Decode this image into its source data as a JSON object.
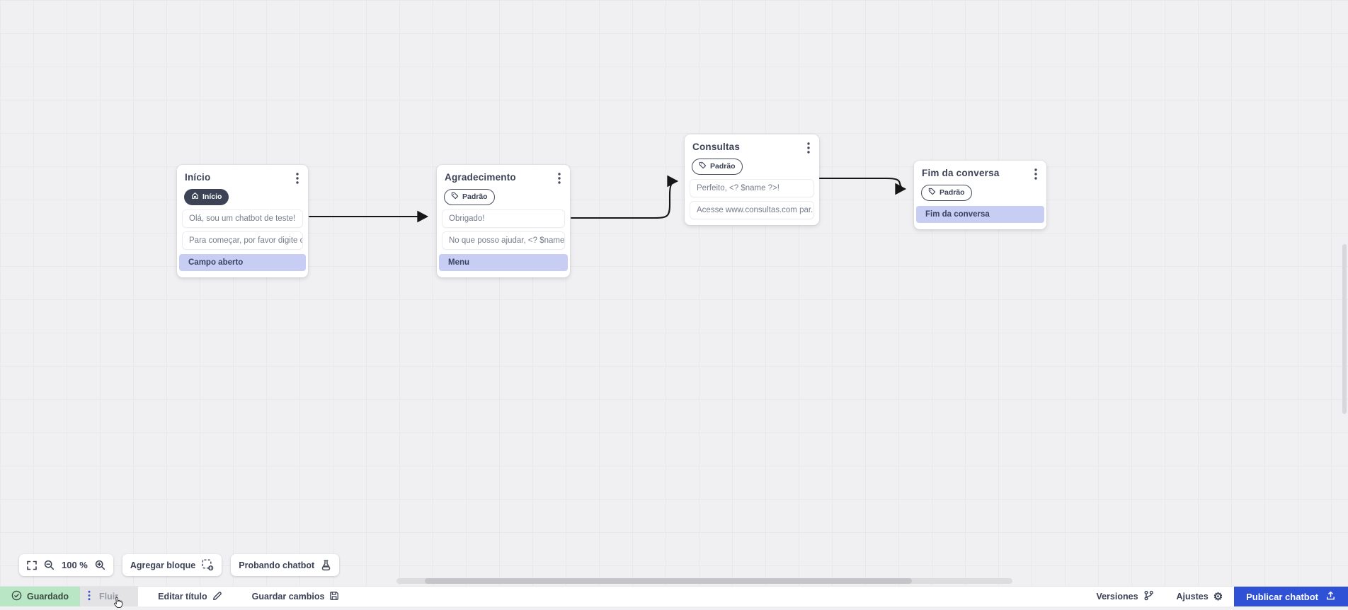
{
  "canvas": {
    "zoom_level": "100 %",
    "nodes": [
      {
        "title": "Início",
        "badge": {
          "label": "Início",
          "style": "dark",
          "icon": "home-icon"
        },
        "cards": [
          {
            "text": "Olá, sou um chatbot de teste!",
            "highlighted": false
          },
          {
            "text": "Para começar, por favor digite o ...",
            "highlighted": false
          },
          {
            "text": "Campo aberto",
            "highlighted": true
          }
        ]
      },
      {
        "title": "Agradecimento",
        "badge": {
          "label": "Padrão",
          "style": "outline",
          "icon": "tag-icon"
        },
        "cards": [
          {
            "text": "Obrigado!",
            "highlighted": false
          },
          {
            "text": "No que posso ajudar, <? $name ...",
            "highlighted": false
          },
          {
            "text": "Menu",
            "highlighted": true
          }
        ]
      },
      {
        "title": "Consultas",
        "badge": {
          "label": "Padrão",
          "style": "outline",
          "icon": "tag-icon"
        },
        "cards": [
          {
            "text": "Perfeito, <? $name ?>!",
            "highlighted": false
          },
          {
            "text": "Acesse www.consultas.com par...",
            "highlighted": false
          }
        ]
      },
      {
        "title": "Fim da conversa",
        "badge": {
          "label": "Padrão",
          "style": "outline",
          "icon": "tag-icon"
        },
        "cards": [
          {
            "text": "Fim da conversa",
            "highlighted": true
          }
        ]
      }
    ]
  },
  "toolbar": {
    "zoom_level": "100 %",
    "add_block_label": "Agregar bloque",
    "test_chatbot_label": "Probando chatbot"
  },
  "statusbar": {
    "saved_label": "Guardado",
    "flow_tab_label": "Fluir",
    "edit_title_label": "Editar título",
    "save_changes_label": "Guardar cambios",
    "versions_label": "Versiones",
    "settings_label": "Ajustes",
    "publish_label": "Publicar chatbot",
    "settings_glyph": "⚙"
  },
  "icons": {
    "home-icon": "house-outline",
    "tag-icon": "label-outline",
    "kebab-icon": "vertical-ellipsis",
    "fullscreen-icon": "corner-brackets",
    "zoom-out-icon": "magnifier-minus",
    "zoom-in-icon": "magnifier-plus",
    "add-block-icon": "dashed-square-plus",
    "test-chatbot-icon": "flask",
    "saved-icon": "check-circle",
    "drag-handle-icon": "dot-column",
    "edit-icon": "pencil",
    "save-icon": "floppy-disk",
    "versions-icon": "git-branch",
    "settings-icon": "gear",
    "publish-icon": "upload-tray",
    "cursor-pointer-icon": "hand-pointer"
  },
  "colors": {
    "accent_blue": "#2e51d6",
    "saved_green_bg": "#b9e7c6",
    "highlight_lavender": "#c7cdf3",
    "node_dark_badge": "#3d4355",
    "wire_black": "#161616",
    "canvas_bg": "#f0eff1"
  }
}
